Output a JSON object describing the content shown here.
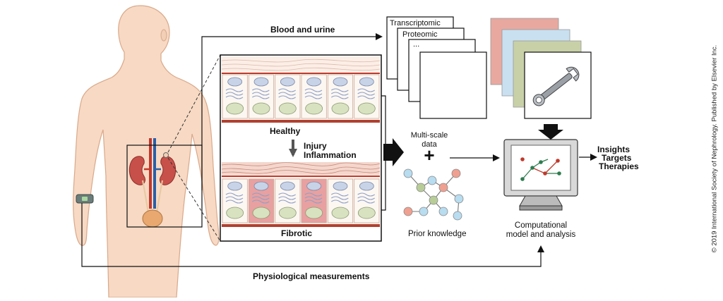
{
  "labels": {
    "blood_urine": "Blood and urine",
    "transcriptomic": "Transcriptomic",
    "proteomic": "Proteomic",
    "ellipsis": "...",
    "healthy": "Healthy",
    "injury": "Injury",
    "inflammation": "Inflammation",
    "fibrotic": "Fibrotic",
    "multiscale_line1": "Multi-scale",
    "multiscale_line2": "data",
    "plus": "+",
    "prior_knowledge": "Prior knowledge",
    "computational_line1": "Computational",
    "computational_line2": "model and analysis",
    "insights": "Insights",
    "targets": "Targets",
    "therapies": "Therapies",
    "physiological": "Physiological measurements"
  },
  "copyright": "© 2019 International Society of Nephrology. Published by Elsevier Inc.",
  "colors": {
    "skin": "#f7d9c4",
    "skin_outline": "#d9a98a",
    "kidney": "#c8504a",
    "artery": "#c0392b",
    "vein": "#2b5fa8",
    "bladder": "#e8a870",
    "cell_blue": "#c8d3e8",
    "cell_green": "#d8e2c0",
    "fibrotic_pink": "#e8a0a0",
    "panel_red": "#e8a8a0",
    "panel_blue": "#c8e0f0",
    "panel_green": "#c8d0a8",
    "node_red": "#f0a090",
    "node_green": "#b8cc98",
    "node_blue": "#b8dcf0"
  }
}
